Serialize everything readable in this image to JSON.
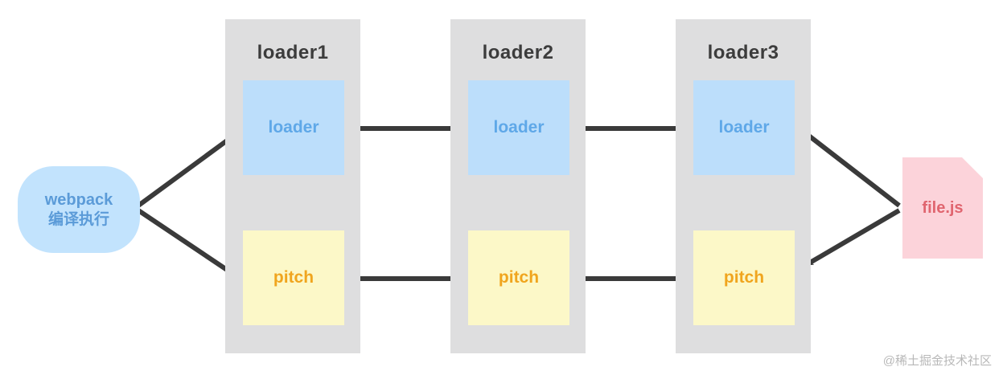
{
  "diagram": {
    "title": "webpack loader pitch execution flow",
    "background_color": "#ffffff",
    "source_node": {
      "name": "webpack-node",
      "line1": "webpack",
      "line2": "编译执行",
      "fill": "#c2e3fd",
      "text_color": "#5b9bd8",
      "shape": "rounded-rect"
    },
    "target_node": {
      "name": "file-node",
      "label": "file.js",
      "fill": "#fcd3da",
      "text_color": "#e0656f",
      "shape": "document"
    },
    "columns": [
      {
        "id": "col-1",
        "title": "loader1",
        "loader_label": "loader",
        "pitch_label": "pitch"
      },
      {
        "id": "col-2",
        "title": "loader2",
        "loader_label": "loader",
        "pitch_label": "pitch"
      },
      {
        "id": "col-3",
        "title": "loader3",
        "loader_label": "loader",
        "pitch_label": "pitch"
      }
    ],
    "colors": {
      "column_bg": "#dededf",
      "loader_box": "#bcdefb",
      "loader_text": "#5fa8e8",
      "pitch_box": "#fcf8c8",
      "pitch_text": "#f0a51e",
      "arrow": "#3a3a3a",
      "title_text": "#3c3c3c"
    },
    "edges": [
      {
        "from": "webpack",
        "to": "loader1",
        "direction": "up-right"
      },
      {
        "from": "webpack",
        "to": "pitch1",
        "direction": "down-right"
      },
      {
        "from": "pitch1",
        "to": "pitch2",
        "direction": "right"
      },
      {
        "from": "pitch2",
        "to": "pitch3",
        "direction": "right"
      },
      {
        "from": "file.js",
        "to": "pitch3",
        "direction": "down-left"
      },
      {
        "from": "file.js",
        "to": "loader3",
        "direction": "up-left"
      },
      {
        "from": "loader3",
        "to": "loader2",
        "direction": "left"
      },
      {
        "from": "loader2",
        "to": "loader1",
        "direction": "left"
      }
    ],
    "watermark": "@稀土掘金技术社区"
  }
}
